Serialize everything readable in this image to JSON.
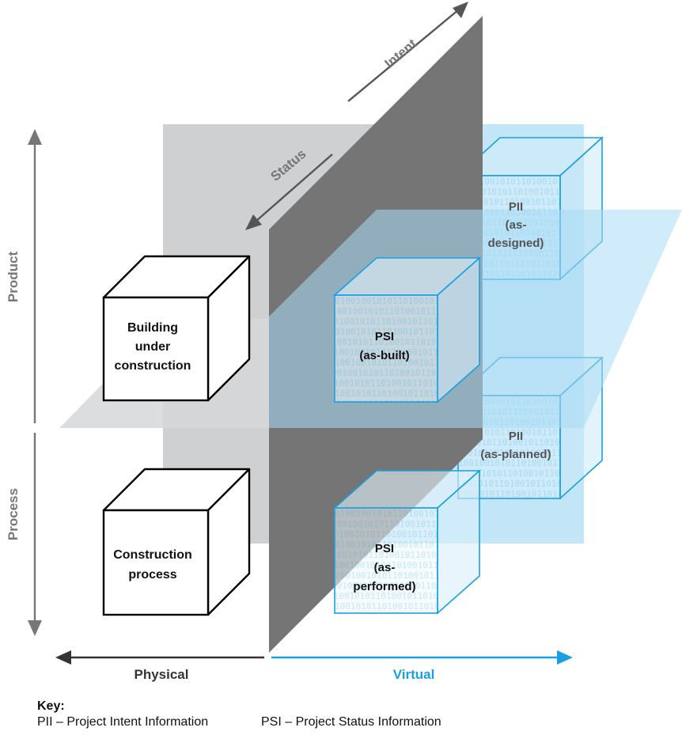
{
  "axes": {
    "intent": "Intent",
    "status": "Status",
    "product": "Product",
    "process": "Process",
    "physical": "Physical",
    "virtual": "Virtual"
  },
  "physical_cubes": {
    "building": [
      "Building",
      "under",
      "construction"
    ],
    "process": [
      "Construction",
      "process"
    ]
  },
  "virtual_cubes": {
    "pii_designed": [
      "PII",
      "(as-",
      "designed)"
    ],
    "psi_built": [
      "PSI",
      "(as-built)"
    ],
    "pii_planned": [
      "PII",
      "(as-planned)"
    ],
    "psi_performed": [
      "PSI",
      "(as-",
      "performed)"
    ]
  },
  "key": {
    "title": "Key:",
    "pii": "PII – Project Intent Information",
    "psi": "PSI – Project Status Information"
  },
  "binary_pattern": "0100100101011010010110100110101001001010110",
  "colors": {
    "dark_plane": "#757575",
    "grey_plane": "#cfd0d1",
    "blue_plane": "#c2e5f7",
    "cyan": "#1aa0e0",
    "axis_grey": "#777777",
    "text_dark": "#333333"
  }
}
